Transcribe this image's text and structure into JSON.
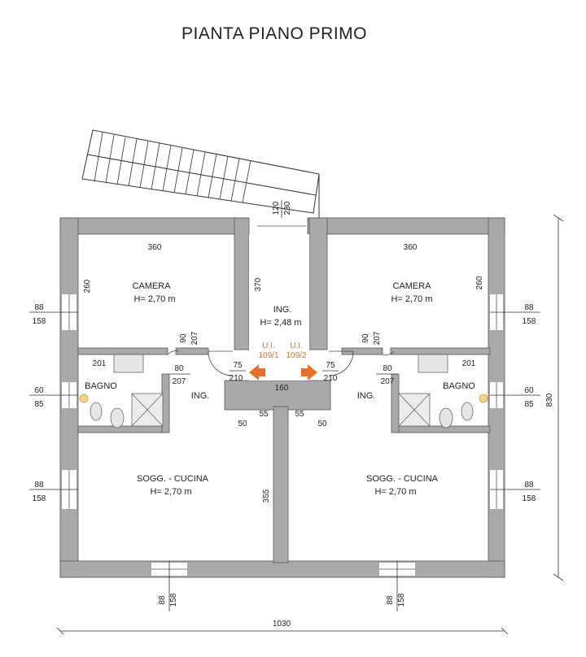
{
  "title": "PIANTA PIANO PRIMO",
  "rooms": {
    "camera_left": "CAMERA",
    "camera_left_h": "H= 2,70 m",
    "camera_right": "CAMERA",
    "camera_right_h": "H= 2,70 m",
    "ing_center": "ING.",
    "ing_center_h": "H= 2,48 m",
    "bagno_left": "BAGNO",
    "bagno_right": "BAGNO",
    "ing_left": "ING.",
    "ing_right": "ING.",
    "sogg_left": "SOGG. - CUCINA",
    "sogg_left_h": "H= 2,70 m",
    "sogg_right": "SOGG. - CUCINA",
    "sogg_right_h": "H= 2,70 m"
  },
  "units": {
    "ui1_a": "U.I.",
    "ui1_b": "109/1",
    "ui2_a": "U.I.",
    "ui2_b": "109/2",
    "accent_color": "#e8702a"
  },
  "dims": {
    "d360_l": "360",
    "d360_r": "360",
    "d260_l": "260",
    "d260_r": "260",
    "d370": "370",
    "d120": "120",
    "d230": "230",
    "d90_l": "90",
    "d207_l": "207",
    "d90_r": "90",
    "d207_r": "207",
    "d201_l": "201",
    "d201_r": "201",
    "d80_l": "80",
    "d207b_l": "207",
    "d80_r": "80",
    "d207b_r": "207",
    "d75_l": "75",
    "d210_l": "210",
    "d75_r": "75",
    "d210_r": "210",
    "d160": "160",
    "d50_l": "50",
    "d55_l": "55",
    "d55_r": "55",
    "d50_r": "50",
    "d355": "355",
    "win88_l1": "88",
    "win158_l1": "158",
    "win60_l": "60",
    "win85_l": "85",
    "win88_l2": "88",
    "win158_l2": "158",
    "win88_r1": "88",
    "win158_r1": "158",
    "win60_r": "60",
    "win85_r": "85",
    "win88_r2": "88",
    "win158_r2": "158",
    "bot88_l": "88",
    "bot158_l": "158",
    "bot88_r": "88",
    "bot158_r": "158",
    "total_w": "1030",
    "total_h": "830"
  }
}
